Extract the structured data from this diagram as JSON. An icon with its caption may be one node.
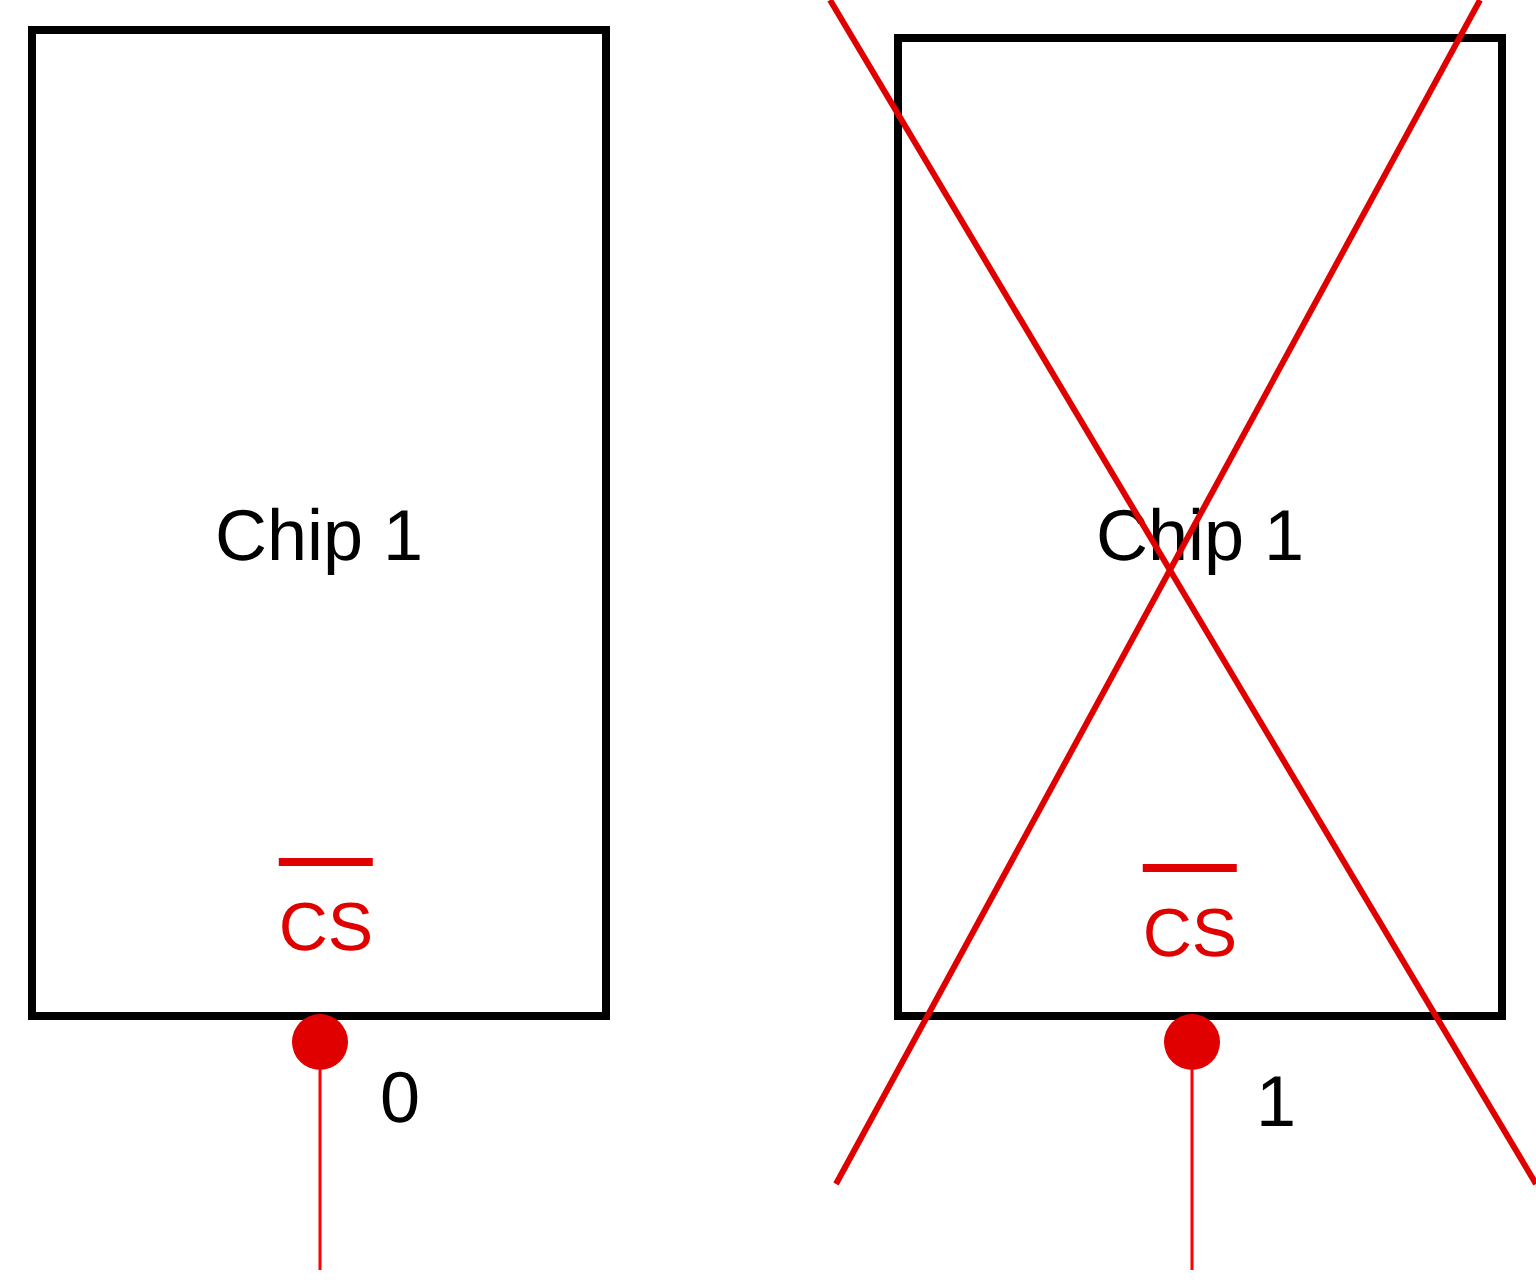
{
  "diagram": {
    "nodes": [
      {
        "text": [
          "Chip 1",
          "CS"
        ]
      },
      {
        "text": [],
        "shape": "circle",
        "beside": [
          "0"
        ]
      },
      {
        "text": [
          "Chip 1",
          "CS"
        ]
      },
      {
        "text": [],
        "shape": "circle",
        "beside": [
          "1"
        ]
      }
    ],
    "edges": [
      {
        "from": 1,
        "to": null,
        "arrow": "none",
        "color": "#ff0000"
      },
      {
        "from": 3,
        "to": null,
        "arrow": "none",
        "color": "#ff0000"
      }
    ]
  }
}
